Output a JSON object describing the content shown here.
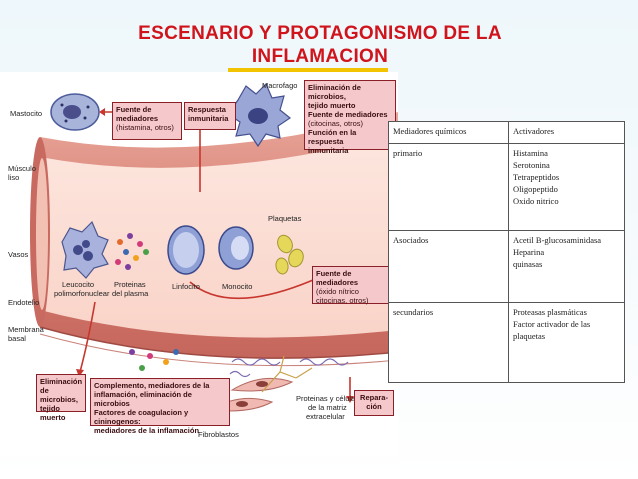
{
  "title": {
    "line1": "ESCENARIO Y PROTAGONISMO DE LA",
    "line2": "INFLAMACION"
  },
  "diagram": {
    "labels": {
      "mastocito": "Mastocito",
      "musculo1": "Músculo",
      "musculo2": "liso",
      "vasos": "Vasos",
      "endotelio": "Endotelio",
      "membrana1": "Membrana",
      "membrana2": "basal",
      "leucocito1": "Leucocito",
      "leucocito2": "polimorfonuclear",
      "proteinas1": "Proteinas",
      "proteinas2": "del plasma",
      "linfocito": "Linfocito",
      "monocito": "Monocito",
      "macrofago": "Macrofago",
      "plaquetas": "Plaquetas",
      "fibroblastos": "Fibroblastos",
      "matriz1": "Proteinas y células",
      "matriz2": "de la matriz",
      "matriz3": "extracelular"
    },
    "boxes": {
      "fuente_title1": "Fuente de",
      "fuente_title2": "mediadores",
      "fuente_sub": "(histamina, otros)",
      "respuesta1": "Respuesta",
      "respuesta2": "inmunitaria",
      "macro1": "Eliminación de microbios,",
      "macro2": "tejido muerto",
      "macro3": "Fuente de mediadores",
      "macro4": "(citocinas, otros)",
      "macro5": "Función en la respuesta",
      "macro6": "inmunitaria",
      "fuente2_title": "Fuente de mediadores",
      "fuente2_sub1": "(óxido nítrico",
      "fuente2_sub2": "citocinas, otros)",
      "elim1": "Eliminación",
      "elim2": "de microbios,",
      "elim3": "tejido muerto",
      "comp1": "Complemento, mediadores de la",
      "comp2": "inflamación, eliminación de microbios",
      "comp3": "Factores de coagulacion y cininogenos:",
      "comp4": "mediadores de la inflamación",
      "repara1": "Repara-",
      "repara2": "ción"
    }
  },
  "table": {
    "headers": [
      "Mediadores químicos",
      "Activadores"
    ],
    "rows": [
      {
        "type": "primario",
        "activators": [
          "Histamina",
          "Serotonina",
          "Tetrapeptidos",
          "Oligopeptido",
          "Oxido nitrico"
        ]
      },
      {
        "type": "Asociados",
        "activators": [
          "Acetil B-glucosaminidasa",
          "Heparina",
          "quinasas"
        ]
      },
      {
        "type": "secundarios",
        "activators": [
          "Proteasas plasmáticas",
          "Factor activador de las",
          "plaquetas"
        ]
      }
    ]
  }
}
